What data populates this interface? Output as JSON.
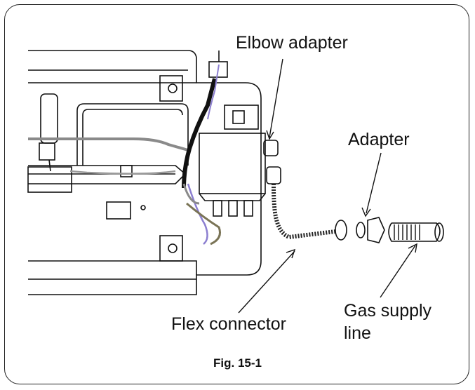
{
  "labels": {
    "elbow_adapter": "Elbow adapter",
    "adapter": "Adapter",
    "flex_connector": "Flex connector",
    "gas_supply_line_1": "Gas supply",
    "gas_supply_line_2": "line"
  },
  "caption": "Fig. 15-1"
}
